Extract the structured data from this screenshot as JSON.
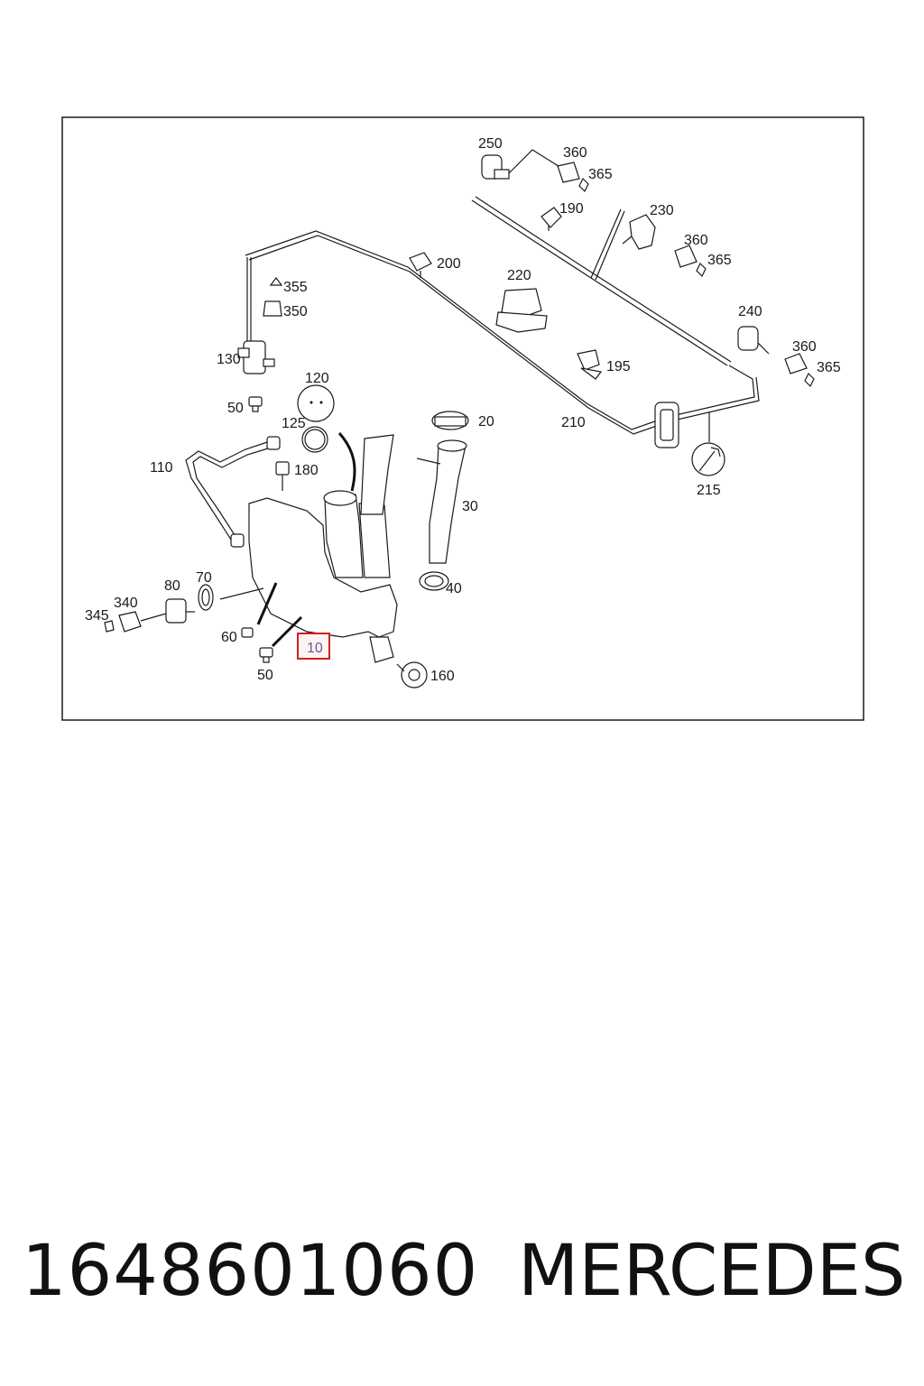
{
  "diagram": {
    "highlight_color": "#d02020",
    "labels": {
      "p250": "250",
      "p360a": "360",
      "p365a": "365",
      "p190": "190",
      "p230": "230",
      "p360b": "360",
      "p365b": "365",
      "p200": "200",
      "p220": "220",
      "p355": "355",
      "p350": "350",
      "p130": "130",
      "p240": "240",
      "p360c": "360",
      "p365c": "365",
      "p195": "195",
      "p120": "120",
      "p50a": "50",
      "p125": "125",
      "p20": "20",
      "p210": "210",
      "p110": "110",
      "p180": "180",
      "p215": "215",
      "p30": "30",
      "p80": "80",
      "p70": "70",
      "p340": "340",
      "p345": "345",
      "p40": "40",
      "p60": "60",
      "p10": "10",
      "p50b": "50",
      "p160": "160"
    }
  },
  "footer": {
    "part_number": "1648601060",
    "brand": "MERCEDES"
  }
}
